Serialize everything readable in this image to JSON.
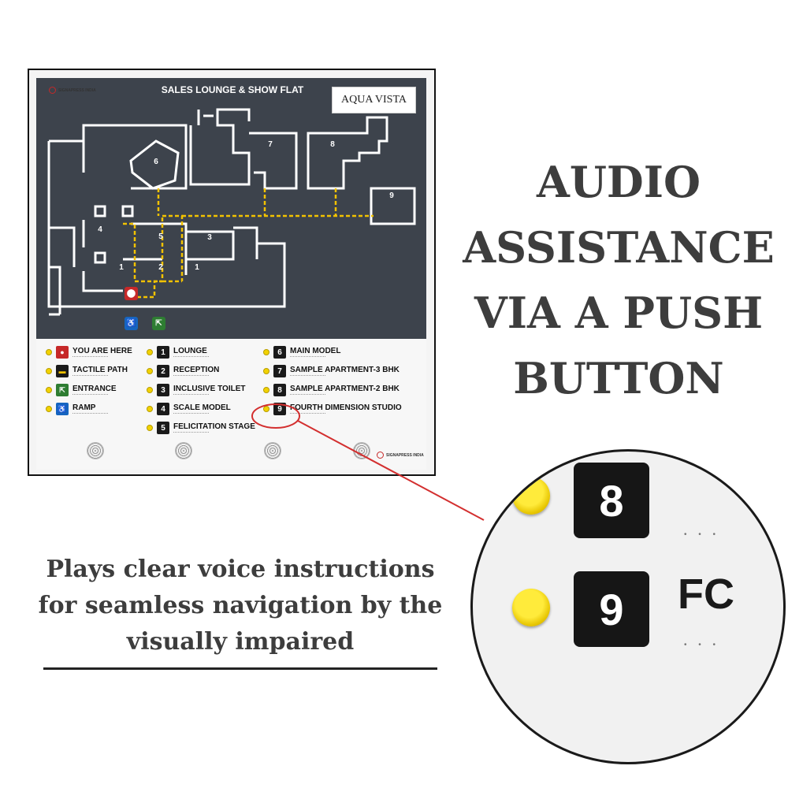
{
  "sign": {
    "brand": "SIGNAPRESS INDIA",
    "title": "SALES LOUNGE & SHOW FLAT",
    "project": "AQUA VISTA",
    "map_numbers": {
      "r6": "6",
      "r7": "7",
      "r8": "8",
      "r9": "9",
      "r4": "4",
      "r5": "5",
      "r3": "3",
      "r1a": "1",
      "r2": "2",
      "r1b": "1"
    },
    "legend": {
      "symbols": [
        {
          "label": "YOU ARE HERE",
          "icon": "location-pin-icon",
          "color": "#c62828"
        },
        {
          "label": "TACTILE PATH",
          "icon": "tactile-path-icon",
          "color": "#1a1a1a"
        },
        {
          "label": "ENTRANCE",
          "icon": "entrance-icon",
          "color": "#2e7d32"
        },
        {
          "label": "RAMP",
          "icon": "wheelchair-icon",
          "color": "#1565c0"
        }
      ],
      "col2": [
        {
          "num": "1",
          "label": "LOUNGE"
        },
        {
          "num": "2",
          "label": "RECEPTION"
        },
        {
          "num": "3",
          "label": "INCLUSIVE TOILET"
        },
        {
          "num": "4",
          "label": "SCALE MODEL"
        },
        {
          "num": "5",
          "label": "FELICITATION STAGE"
        }
      ],
      "col3": [
        {
          "num": "6",
          "label": "MAIN MODEL"
        },
        {
          "num": "7",
          "label": "SAMPLE APARTMENT-3 BHK"
        },
        {
          "num": "8",
          "label": "SAMPLE APARTMENT-2 BHK"
        },
        {
          "num": "9",
          "label": "FOURTH DIMENSION STUDIO"
        }
      ]
    }
  },
  "headline": {
    "line1": "AUDIO",
    "line2": "ASSISTANCE",
    "line3": "VIA A PUSH",
    "line4": "BUTTON"
  },
  "caption": {
    "line1": "Plays clear voice instructions",
    "line2": "for seamless navigation by the",
    "line3": "visually impaired"
  },
  "zoom": {
    "num_top": "8",
    "num_bottom": "9",
    "partial_text": "FC"
  },
  "colors": {
    "map_bg": "#3d434c",
    "path_yellow": "#f2c200",
    "button_yellow": "#f2d200",
    "callout_red": "#d32f2f",
    "headline": "#3d3d3d"
  }
}
